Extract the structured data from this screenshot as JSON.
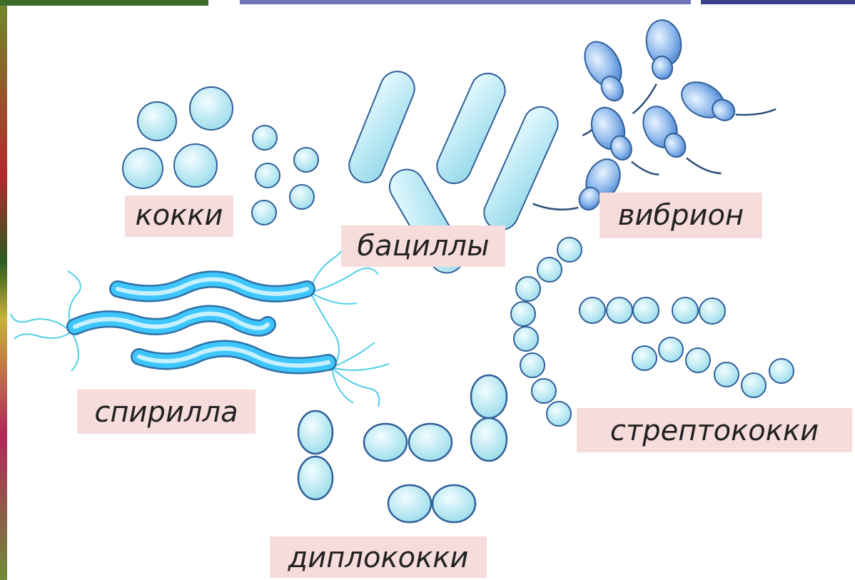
{
  "labels": {
    "cocci": "кокки",
    "bacilli": "бациллы",
    "vibrio": "вибрион",
    "spirilla": "спирилла",
    "streptococci": "стрептококки",
    "diplococci": "диплококки"
  },
  "colors": {
    "cell_fill": "#c9f0f5",
    "cell_stroke": "#2f5f9a",
    "vibrio_fill": "#5d92d8",
    "spirilla_fill": "#3ec6ff",
    "flagella": "#52cfe9",
    "label_bg": "#f7dcdc"
  }
}
